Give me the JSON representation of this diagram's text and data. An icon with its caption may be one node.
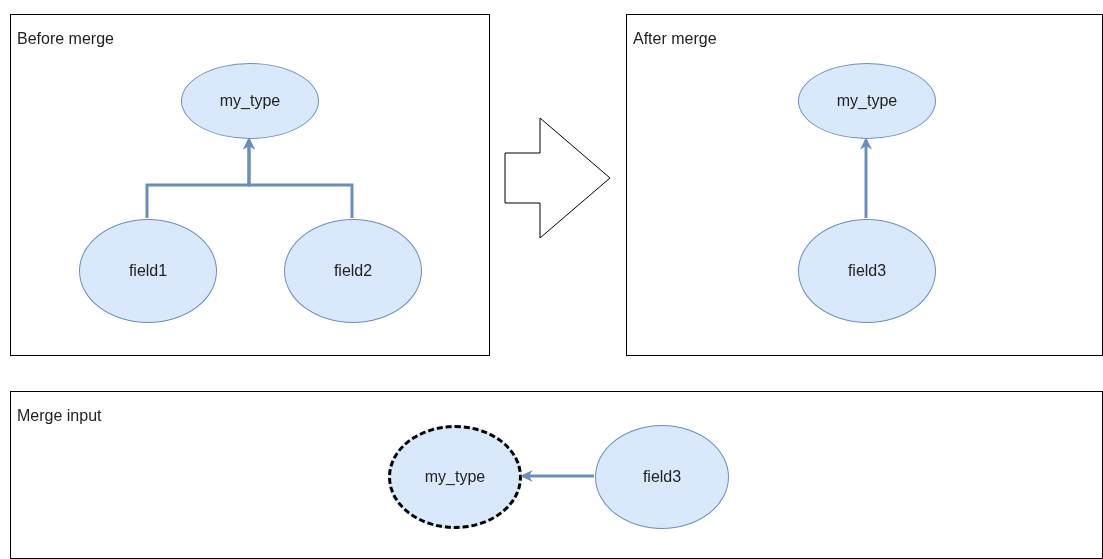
{
  "diagram": {
    "nodes": [
      {
        "text": [
          "Before merge"
        ]
      },
      {
        "text": [
          "my_type"
        ],
        "in": 0
      },
      {
        "text": [
          "field1"
        ],
        "in": 0
      },
      {
        "text": [
          "field2"
        ],
        "in": 0
      },
      {
        "text": [
          "After merge"
        ]
      },
      {
        "text": [
          "my_type"
        ],
        "in": 4
      },
      {
        "text": [
          "field3"
        ],
        "in": 4
      },
      {
        "text": [
          "Merge input"
        ]
      },
      {
        "text": [
          "my_type"
        ],
        "in": 7
      },
      {
        "text": [
          "field3"
        ],
        "in": 7
      }
    ],
    "edges": [
      {
        "from": 2,
        "to": 1,
        "arrow": "to"
      },
      {
        "from": 3,
        "to": 1,
        "arrow": "to"
      },
      {
        "from": 6,
        "to": 5,
        "arrow": "to"
      },
      {
        "from": 9,
        "to": 8,
        "arrow": "to"
      },
      {
        "from": 0,
        "to": 4,
        "arrow": "to",
        "style": "thick",
        "color": "#000000"
      }
    ]
  }
}
